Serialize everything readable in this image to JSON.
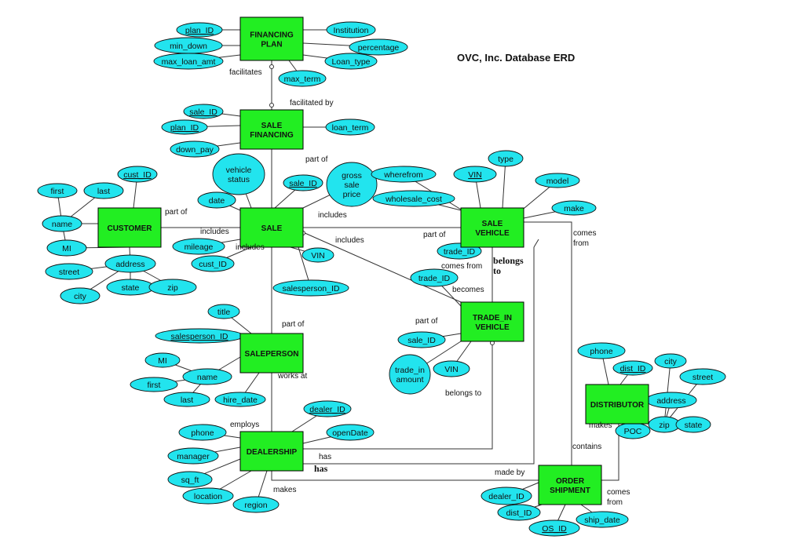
{
  "title": "OVC, Inc. Database ERD",
  "entities": [
    {
      "id": "financing_plan",
      "lines": [
        "FINANCING",
        "PLAN"
      ]
    },
    {
      "id": "sale_financing",
      "lines": [
        "SALE",
        "FINANCING"
      ]
    },
    {
      "id": "customer",
      "lines": [
        "CUSTOMER"
      ]
    },
    {
      "id": "sale",
      "lines": [
        "SALE"
      ]
    },
    {
      "id": "sale_vehicle",
      "lines": [
        "SALE",
        "VEHICLE"
      ]
    },
    {
      "id": "trade_in_vehicle",
      "lines": [
        "TRADE_IN",
        "VEHICLE"
      ]
    },
    {
      "id": "salesperson",
      "lines": [
        "SALEPERSON"
      ]
    },
    {
      "id": "distributor",
      "lines": [
        "DISTRIBUTOR"
      ]
    },
    {
      "id": "dealership",
      "lines": [
        "DEALERSHIP"
      ]
    },
    {
      "id": "order_shipment",
      "lines": [
        "ORDER",
        "SHIPMENT"
      ]
    }
  ],
  "attributes": [
    {
      "entity": "financing_plan",
      "lines": [
        "plan_ID"
      ],
      "key": true
    },
    {
      "entity": "financing_plan",
      "lines": [
        "min_down"
      ]
    },
    {
      "entity": "financing_plan",
      "lines": [
        "max_loan_amt"
      ]
    },
    {
      "entity": "financing_plan",
      "lines": [
        "Institution"
      ]
    },
    {
      "entity": "financing_plan",
      "lines": [
        "percentage"
      ]
    },
    {
      "entity": "financing_plan",
      "lines": [
        "Loan_type"
      ]
    },
    {
      "entity": "financing_plan",
      "lines": [
        "max_term"
      ]
    },
    {
      "entity": "sale_financing",
      "lines": [
        "sale_ID"
      ],
      "key": true
    },
    {
      "entity": "sale_financing",
      "lines": [
        "plan_ID"
      ],
      "key": true
    },
    {
      "entity": "sale_financing",
      "lines": [
        "down_pay"
      ]
    },
    {
      "entity": "sale_financing",
      "lines": [
        "loan_term"
      ]
    },
    {
      "entity": "customer",
      "lines": [
        "cust_ID"
      ],
      "key": true
    },
    {
      "entity": "customer",
      "lines": [
        "first"
      ]
    },
    {
      "entity": "customer",
      "lines": [
        "last"
      ]
    },
    {
      "entity": "customer",
      "lines": [
        "name"
      ]
    },
    {
      "entity": "customer",
      "lines": [
        "MI"
      ]
    },
    {
      "entity": "customer",
      "lines": [
        "address"
      ]
    },
    {
      "entity": "customer",
      "lines": [
        "street"
      ]
    },
    {
      "entity": "customer",
      "lines": [
        "city"
      ]
    },
    {
      "entity": "customer",
      "lines": [
        "state"
      ]
    },
    {
      "entity": "customer",
      "lines": [
        "zip"
      ]
    },
    {
      "entity": "sale",
      "lines": [
        "vehicle",
        "status"
      ]
    },
    {
      "entity": "sale",
      "lines": [
        "sale_ID"
      ],
      "key": true
    },
    {
      "entity": "sale",
      "lines": [
        "gross",
        "sale",
        "price"
      ]
    },
    {
      "entity": "sale",
      "lines": [
        "date"
      ]
    },
    {
      "entity": "sale",
      "lines": [
        "mileage"
      ]
    },
    {
      "entity": "sale",
      "lines": [
        "cust_ID"
      ]
    },
    {
      "entity": "sale",
      "lines": [
        "VIN"
      ]
    },
    {
      "entity": "sale",
      "lines": [
        "salesperson_ID"
      ]
    },
    {
      "entity": "sale_vehicle",
      "lines": [
        "wherefrom"
      ]
    },
    {
      "entity": "sale_vehicle",
      "lines": [
        "VIN"
      ],
      "key": true
    },
    {
      "entity": "sale_vehicle",
      "lines": [
        "type"
      ]
    },
    {
      "entity": "sale_vehicle",
      "lines": [
        "model"
      ]
    },
    {
      "entity": "sale_vehicle",
      "lines": [
        "wholesale_cost"
      ]
    },
    {
      "entity": "sale_vehicle",
      "lines": [
        "make"
      ]
    },
    {
      "entity": "sale_vehicle",
      "lines": [
        "trade_ID"
      ]
    },
    {
      "entity": "trade_in_vehicle",
      "lines": [
        "trade_ID"
      ]
    },
    {
      "entity": "trade_in_vehicle",
      "lines": [
        "sale_ID"
      ]
    },
    {
      "entity": "trade_in_vehicle",
      "lines": [
        "trade_in",
        "amount"
      ]
    },
    {
      "entity": "trade_in_vehicle",
      "lines": [
        "VIN"
      ]
    },
    {
      "entity": "salesperson",
      "lines": [
        "title"
      ]
    },
    {
      "entity": "salesperson",
      "lines": [
        "salesperson_ID"
      ],
      "key": true
    },
    {
      "entity": "salesperson",
      "lines": [
        "MI"
      ]
    },
    {
      "entity": "salesperson",
      "lines": [
        "name"
      ]
    },
    {
      "entity": "salesperson",
      "lines": [
        "first"
      ]
    },
    {
      "entity": "salesperson",
      "lines": [
        "last"
      ]
    },
    {
      "entity": "salesperson",
      "lines": [
        "hire_date"
      ]
    },
    {
      "entity": "distributor",
      "lines": [
        "phone"
      ]
    },
    {
      "entity": "distributor",
      "lines": [
        "dist_ID"
      ],
      "key": true
    },
    {
      "entity": "distributor",
      "lines": [
        "city"
      ]
    },
    {
      "entity": "distributor",
      "lines": [
        "street"
      ]
    },
    {
      "entity": "distributor",
      "lines": [
        "address"
      ]
    },
    {
      "entity": "distributor",
      "lines": [
        "zip"
      ]
    },
    {
      "entity": "distributor",
      "lines": [
        "state"
      ]
    },
    {
      "entity": "distributor",
      "lines": [
        "POC"
      ]
    },
    {
      "entity": "dealership",
      "lines": [
        "dealer_ID"
      ],
      "key": true
    },
    {
      "entity": "dealership",
      "lines": [
        "openDate"
      ]
    },
    {
      "entity": "dealership",
      "lines": [
        "phone"
      ]
    },
    {
      "entity": "dealership",
      "lines": [
        "manager"
      ]
    },
    {
      "entity": "dealership",
      "lines": [
        "sq_ft"
      ]
    },
    {
      "entity": "dealership",
      "lines": [
        "location"
      ]
    },
    {
      "entity": "dealership",
      "lines": [
        "region"
      ]
    },
    {
      "entity": "order_shipment",
      "lines": [
        "dealer_ID"
      ]
    },
    {
      "entity": "order_shipment",
      "lines": [
        "dist_ID"
      ]
    },
    {
      "entity": "order_shipment",
      "lines": [
        "ship_date"
      ]
    },
    {
      "entity": "order_shipment",
      "lines": [
        "OS_ID"
      ],
      "key": true
    }
  ],
  "relationship_labels": [
    {
      "lines": [
        "facilitates"
      ]
    },
    {
      "lines": [
        "facilitated by"
      ]
    },
    {
      "lines": [
        "part of"
      ]
    },
    {
      "lines": [
        "part of"
      ]
    },
    {
      "lines": [
        "includes"
      ]
    },
    {
      "lines": [
        "includes"
      ]
    },
    {
      "lines": [
        "includes"
      ]
    },
    {
      "lines": [
        "includes"
      ]
    },
    {
      "lines": [
        "part of"
      ]
    },
    {
      "lines": [
        "comes from"
      ]
    },
    {
      "lines": [
        "becomes"
      ]
    },
    {
      "lines": [
        "part of"
      ]
    },
    {
      "lines": [
        "belongs",
        "to"
      ],
      "serif": true
    },
    {
      "lines": [
        "comes",
        "from"
      ]
    },
    {
      "lines": [
        "part of"
      ]
    },
    {
      "lines": [
        "works at"
      ]
    },
    {
      "lines": [
        "belongs to"
      ]
    },
    {
      "lines": [
        "employs"
      ]
    },
    {
      "lines": [
        "has"
      ]
    },
    {
      "lines": [
        "has"
      ],
      "serif": true
    },
    {
      "lines": [
        "makes"
      ]
    },
    {
      "lines": [
        "contains"
      ]
    },
    {
      "lines": [
        "made by"
      ]
    },
    {
      "lines": [
        "makes"
      ]
    },
    {
      "lines": [
        "comes",
        "from"
      ]
    }
  ]
}
